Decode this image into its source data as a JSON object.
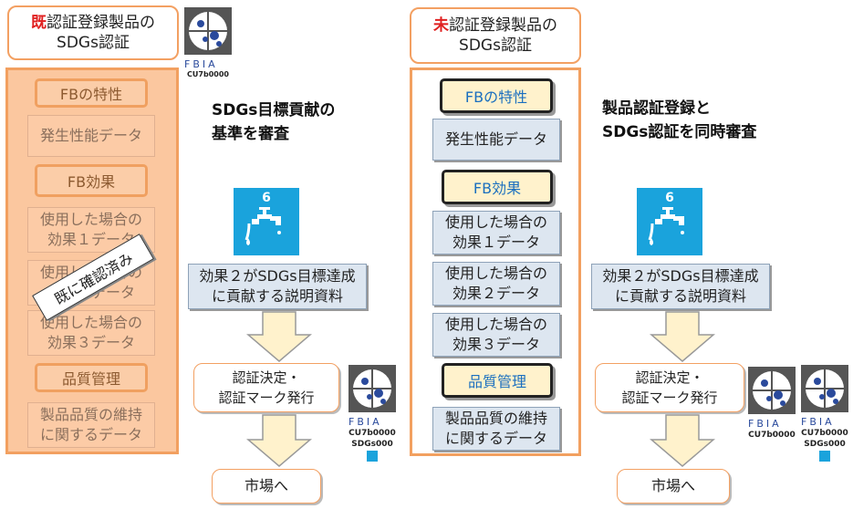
{
  "left": {
    "title_prefix": "既",
    "title_rest": "認証登録製品の",
    "title_line2": "SDGs認証",
    "logo_code": "CU7b0000",
    "headers": [
      "FBの特性",
      "FB効果",
      "品質管理"
    ],
    "items": {
      "perf": "発生性能データ",
      "eff1": [
        "使用した場合の",
        "効果１データ"
      ],
      "eff2": [
        "使用した場合の",
        "効果２データ"
      ],
      "eff3": [
        "使用した場合の",
        "効果３データ"
      ],
      "quality": [
        "製品品質の維持",
        "に関するデータ"
      ]
    },
    "stamp": "既に確認済み"
  },
  "middle_left": {
    "heading": [
      "SDGs目標貢献の",
      "基準を審査"
    ],
    "sdg_number": "6",
    "doc": [
      "効果２がSDGs目標達成",
      "に貢献する説明資料"
    ],
    "decision": [
      "認証決定・",
      "認証マーク発行"
    ],
    "logo_code": "CU7b0000",
    "logo_code2": "SDGs000",
    "market": "市場へ"
  },
  "right": {
    "title_prefix": "未",
    "title_rest": "認証登録製品の",
    "title_line2": "SDGs認証",
    "headers": [
      "FBの特性",
      "FB効果",
      "品質管理"
    ],
    "items": {
      "perf": "発生性能データ",
      "eff1": [
        "使用した場合の",
        "効果１データ"
      ],
      "eff2": [
        "使用した場合の",
        "効果２データ"
      ],
      "eff3": [
        "使用した場合の",
        "効果３データ"
      ],
      "quality": [
        "製品品質の維持",
        "に関するデータ"
      ]
    }
  },
  "far_right": {
    "heading": [
      "製品認証登録と",
      "SDGs認証を同時審査"
    ],
    "sdg_number": "6",
    "doc": [
      "効果２がSDGs目標達成",
      "に貢献する説明資料"
    ],
    "decision": [
      "認証決定・",
      "認証マーク発行"
    ],
    "logo_a_code": "CU7b0000",
    "logo_b_code": "CU7b0000",
    "logo_b_code2": "SDGs000",
    "market": "市場へ"
  },
  "logo_text": "FBIA",
  "colors": {
    "accent_red": "#e02020",
    "orange": "#f2a060",
    "sdg_blue": "#1aa3dc",
    "header_blue": "#1a6fbf"
  }
}
